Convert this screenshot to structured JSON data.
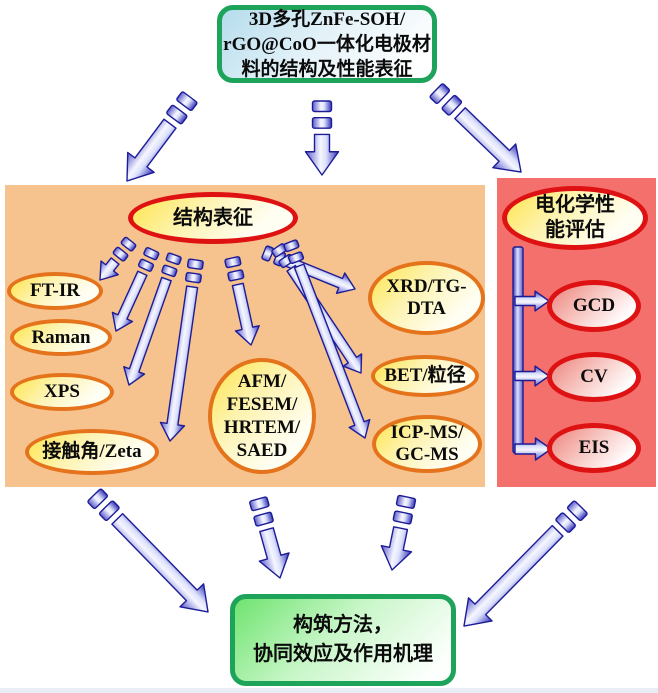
{
  "title_box": {
    "text": "3D多孔ZnFe-SOH/\nrGO@CoO一体化电极材\n料的结构及性能表征"
  },
  "structural": {
    "header": "结构表征",
    "methods": {
      "ftir": "FT-IR",
      "raman": "Raman",
      "xps": "XPS",
      "contact_zeta": "接触角/Zeta",
      "microscopy": "AFM/\nFESEM/\nHRTEM/\nSAED",
      "xrd_tg_dta": "XRD/TG-\nDTA",
      "bet_size": "BET/粒径",
      "icp_gc_ms": "ICP-MS/\nGC-MS"
    }
  },
  "electrochemical": {
    "header": "电化学性\n能评估",
    "tests": {
      "gcd": "GCD",
      "cv": "CV",
      "eis": "EIS"
    }
  },
  "conclusion_box": {
    "text": "构筑方法，\n协同效应及作用机理"
  },
  "colors": {
    "structural_panel_bg": "#f6c28e",
    "electrochemical_panel_bg": "#f3706c",
    "green_box_border": "#1ea35a",
    "orange_ellipse_border": "#e4731c",
    "red_ellipse_border": "#de1212",
    "arrow_blue": "#3434b8"
  }
}
